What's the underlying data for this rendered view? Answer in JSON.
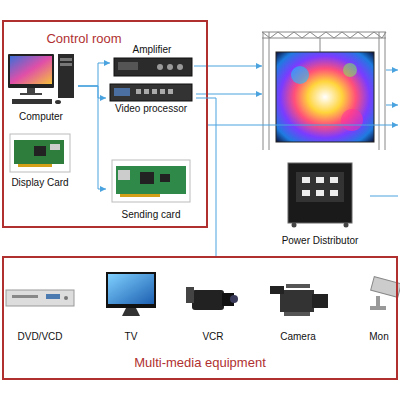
{
  "diagram": {
    "nodes": [
      {
        "text": [
          "Control room"
        ]
      },
      {
        "text": [
          "Computer"
        ],
        "in": 0
      },
      {
        "text": [
          "Display Card"
        ],
        "in": 0
      },
      {
        "text": [
          "Amplifier"
        ],
        "in": 0
      },
      {
        "text": [
          "Video processor"
        ],
        "in": 0
      },
      {
        "text": [
          "Sending card"
        ],
        "in": 0
      },
      {
        "text": [
          "Power Distributor"
        ]
      },
      {
        "text": [
          "Multi-media equipment"
        ]
      },
      {
        "text": [
          "DVD/VCD"
        ],
        "in": 7
      },
      {
        "text": [
          "TV"
        ],
        "in": 7
      },
      {
        "text": [
          "VCR"
        ],
        "in": 7
      },
      {
        "text": [
          "Camera"
        ],
        "in": 7
      },
      {
        "text": [
          "Mon"
        ],
        "in": 7
      }
    ],
    "edges": [
      {
        "from": 1,
        "to": 3,
        "arrow": "to"
      },
      {
        "from": 1,
        "to": 4,
        "arrow": "to"
      },
      {
        "from": 1,
        "to": 5,
        "arrow": "to"
      },
      {
        "from": 4,
        "to": 7,
        "arrow": "none"
      }
    ]
  }
}
